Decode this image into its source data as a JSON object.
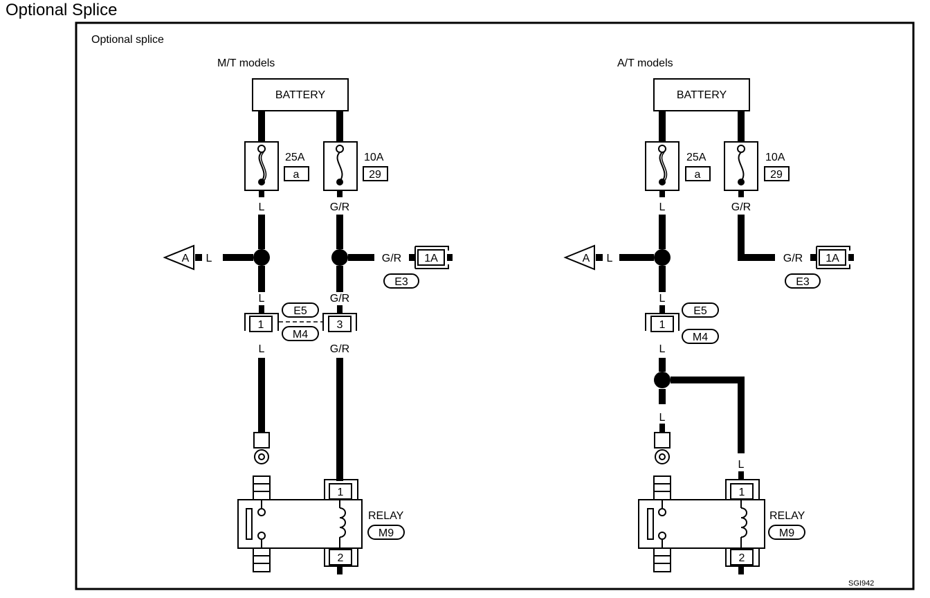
{
  "page_title": "Optional Splice",
  "frame_label": "Optional splice",
  "diagram_code": "SGI942",
  "panels": {
    "mt": {
      "heading": "M/T models",
      "battery": "BATTERY",
      "fuse_left": {
        "rating": "25A",
        "ref": "a"
      },
      "fuse_right": {
        "rating": "10A",
        "ref": "29"
      },
      "wire_l": "L",
      "wire_gr": "G/R",
      "arrow_ref": "A",
      "arrow_wire": "L",
      "branch_wire": "G/R",
      "branch_conn_pin": "1A",
      "branch_conn_id": "E3",
      "conn_top_id": "E5",
      "conn_bottom_id": "M4",
      "conn_left_pin": "1",
      "conn_right_pin": "3",
      "wire_l_below_splice": "L",
      "wire_gr_below_splice": "G/R",
      "wire_l_below_conn": "L",
      "wire_gr_below_conn": "G/R",
      "relay_label": "RELAY",
      "relay_id": "M9",
      "relay_pin_top": "1",
      "relay_pin_bottom": "2"
    },
    "at": {
      "heading": "A/T models",
      "battery": "BATTERY",
      "fuse_left": {
        "rating": "25A",
        "ref": "a"
      },
      "fuse_right": {
        "rating": "10A",
        "ref": "29"
      },
      "wire_l": "L",
      "wire_gr": "G/R",
      "arrow_ref": "A",
      "arrow_wire": "L",
      "branch_wire": "G/R",
      "branch_conn_pin": "1A",
      "branch_conn_id": "E3",
      "conn_top_id": "E5",
      "conn_bottom_id": "M4",
      "conn_pin": "1",
      "wire_l_below_splice": "L",
      "wire_l_below_conn": "L",
      "wire_l_below_splice2": "L",
      "wire_l_to_relay": "L",
      "relay_label": "RELAY",
      "relay_id": "M9",
      "relay_pin_top": "1",
      "relay_pin_bottom": "2"
    }
  }
}
